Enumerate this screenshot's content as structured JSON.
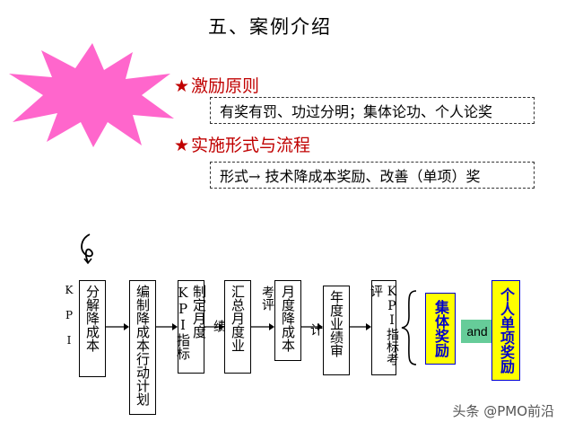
{
  "title": "五、案例介绍",
  "sections": [
    {
      "heading_star": "★",
      "heading": "激励原则",
      "content": "有奖有罚、功过分明；集体论功、个人论奖"
    },
    {
      "heading_star": "★",
      "heading": "实施形式与流程",
      "content": "形式→ 技术降成本奖励、改善（单项）奖"
    }
  ],
  "flow": {
    "side_label": "KPI",
    "steps": [
      "分解降成本",
      "编制降成本行动计划",
      "制定月度KPI指标",
      "汇总月度业",
      "月度降成本",
      "年度业绩审",
      "KPI指标考评"
    ],
    "connectors": [
      "绩",
      "考评",
      "计"
    ],
    "outcomes": {
      "group": "集体奖励",
      "and": "and",
      "individual": "个人单项奖励"
    }
  },
  "colors": {
    "burst": "#ff66cc",
    "heading_red": "#c00000",
    "yellow": "#ffff00",
    "and_green": "#66cc99",
    "outcome_border": "#0000cc",
    "outcome_text": "#0000cc"
  },
  "watermark": "头条 @PMO前沿"
}
